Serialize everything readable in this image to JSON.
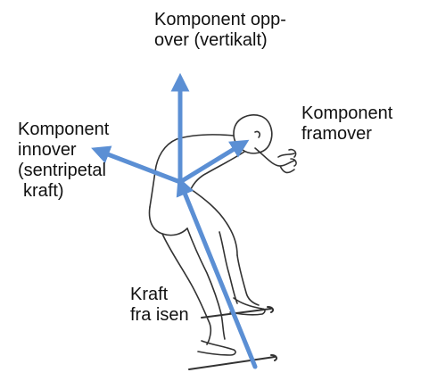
{
  "labels": {
    "up": [
      "Komponent opp-",
      "over (vertikalt)"
    ],
    "inward": [
      "Komponent",
      "innover",
      "(sentripetal",
      "kraft)"
    ],
    "forward": [
      "Komponent",
      "framover"
    ],
    "ice_force": [
      "Kraft",
      "fra isen"
    ]
  },
  "colors": {
    "arrow": "#5b8fd4",
    "outline": "#333333",
    "text": "#111111"
  }
}
